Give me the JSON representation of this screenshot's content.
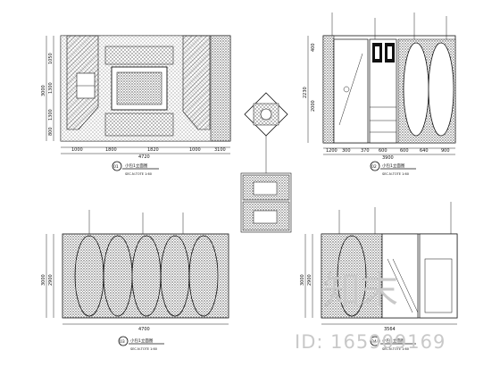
{
  "elevations": {
    "e1": {
      "dims_top": [
        "4720"
      ],
      "dims_bottom": [
        "1000",
        "1800",
        "1820",
        "1000",
        "3100"
      ],
      "dims_left": [
        "1050",
        "1300",
        "1300",
        "800",
        "3000"
      ],
      "caption_title": "小包1立面图",
      "caption_number": "01",
      "caption_scale": "SEC.N.TOTE 1:60"
    },
    "e2": {
      "dims_top": [
        "3900"
      ],
      "dims_bottom": [
        "1200",
        "300",
        "370",
        "600",
        "600",
        "640",
        "900"
      ],
      "dims_left": [
        "400",
        "2000",
        "2230"
      ],
      "caption_title": "小包1立面图",
      "caption_number": "02",
      "caption_scale": "SEC.N.TOTE 1:60"
    },
    "e3": {
      "dims_bottom": [
        "4700"
      ],
      "dims_left": [
        "3000",
        "2900"
      ],
      "caption_title": "小包1立面图",
      "caption_number": "03",
      "caption_scale": "SEC.N.TOTE 1:60"
    },
    "e4": {
      "dims_bottom": [
        "3564"
      ],
      "dims_left": [
        "3000",
        "2900"
      ],
      "caption_title": "小包1立面图",
      "caption_number": "04",
      "caption_scale": "SEC.N.TOTE 1:60"
    }
  },
  "watermark": {
    "logo_text": "知末",
    "id_text": "ID: 165909169"
  }
}
